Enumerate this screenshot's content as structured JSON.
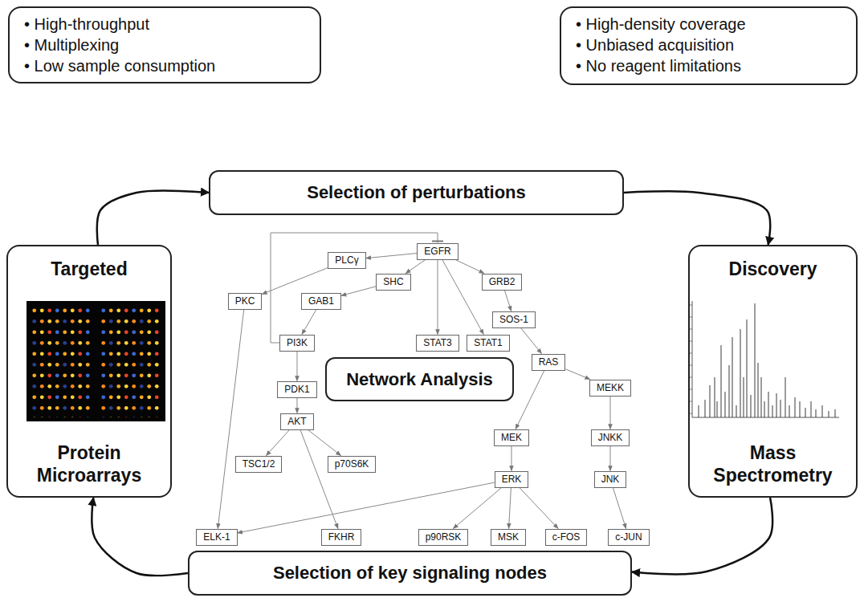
{
  "diagram": {
    "nodes": [
      {
        "text": [
          "• High-throughput",
          "• Multiplexing",
          "• Low sample consumption"
        ]
      },
      {
        "text": [
          "• High-density coverage",
          "• Unbiased acquisition",
          "• No reagent limitations"
        ]
      },
      {
        "text": [
          "Selection of perturbations"
        ]
      },
      {
        "text": [
          "Targeted",
          "Protein Microarrays"
        ]
      },
      {
        "text": [
          "Discovery",
          "Mass Spectrometry"
        ]
      },
      {
        "text": [
          "EGFR"
        ]
      },
      {
        "text": [
          "PLCγ"
        ]
      },
      {
        "text": [
          "SHC"
        ]
      },
      {
        "text": [
          "GRB2"
        ]
      },
      {
        "text": [
          "PKC"
        ]
      },
      {
        "text": [
          "GAB1"
        ]
      },
      {
        "text": [
          "SOS-1"
        ]
      },
      {
        "text": [
          "PI3K"
        ]
      },
      {
        "text": [
          "STAT3"
        ]
      },
      {
        "text": [
          "STAT1"
        ]
      },
      {
        "text": [
          "RAS"
        ]
      },
      {
        "text": [
          "Network Analysis"
        ]
      },
      {
        "text": [
          "PDK1"
        ]
      },
      {
        "text": [
          "MEKK"
        ]
      },
      {
        "text": [
          "AKT"
        ]
      },
      {
        "text": [
          "MEK"
        ]
      },
      {
        "text": [
          "JNKK"
        ]
      },
      {
        "text": [
          "JNK"
        ]
      },
      {
        "text": [
          "TSC1/2"
        ]
      },
      {
        "text": [
          "p70S6K"
        ]
      },
      {
        "text": [
          "ERK"
        ]
      },
      {
        "text": [
          "ELK-1"
        ]
      },
      {
        "text": [
          "FKHR"
        ]
      },
      {
        "text": [
          "p90RSK"
        ]
      },
      {
        "text": [
          "MSK"
        ]
      },
      {
        "text": [
          "c-FOS"
        ]
      },
      {
        "text": [
          "c-JUN"
        ]
      },
      {
        "text": [
          "Selection of key signaling nodes"
        ]
      }
    ],
    "edges": [
      {
        "from": 3,
        "to": 2,
        "arrow": "to"
      },
      {
        "from": 2,
        "to": 4,
        "arrow": "to"
      },
      {
        "from": 4,
        "to": 32,
        "arrow": "to"
      },
      {
        "from": 32,
        "to": 3,
        "arrow": "to"
      },
      {
        "from": 5,
        "to": 6,
        "arrow": "to"
      },
      {
        "from": 5,
        "to": 7,
        "arrow": "to"
      },
      {
        "from": 5,
        "to": 8,
        "arrow": "to"
      },
      {
        "from": 5,
        "to": 13,
        "arrow": "to"
      },
      {
        "from": 5,
        "to": 14,
        "arrow": "to"
      },
      {
        "from": 7,
        "to": 10,
        "arrow": "to"
      },
      {
        "from": 6,
        "to": 9,
        "arrow": "to"
      },
      {
        "from": 8,
        "to": 11,
        "arrow": "to"
      },
      {
        "from": 11,
        "to": 15,
        "arrow": "to"
      },
      {
        "from": 10,
        "to": 12,
        "arrow": "to"
      },
      {
        "from": 12,
        "to": 17,
        "arrow": "to"
      },
      {
        "from": 17,
        "to": 19,
        "arrow": "to"
      },
      {
        "from": 15,
        "to": 18,
        "arrow": "to"
      },
      {
        "from": 15,
        "to": 20,
        "arrow": "to"
      },
      {
        "from": 18,
        "to": 21,
        "arrow": "to"
      },
      {
        "from": 21,
        "to": 22,
        "arrow": "to"
      },
      {
        "from": 22,
        "to": 31,
        "arrow": "to"
      },
      {
        "from": 20,
        "to": 25,
        "arrow": "to"
      },
      {
        "from": 25,
        "to": 26,
        "arrow": "to"
      },
      {
        "from": 25,
        "to": 28,
        "arrow": "to"
      },
      {
        "from": 25,
        "to": 29,
        "arrow": "to"
      },
      {
        "from": 25,
        "to": 30,
        "arrow": "to"
      },
      {
        "from": 9,
        "to": 26,
        "arrow": "to"
      },
      {
        "from": 19,
        "to": 23,
        "arrow": "to"
      },
      {
        "from": 19,
        "to": 24,
        "arrow": "to"
      },
      {
        "from": 19,
        "to": 27,
        "arrow": "to"
      },
      {
        "from": 12,
        "to": 5,
        "arrow": "to"
      }
    ]
  }
}
